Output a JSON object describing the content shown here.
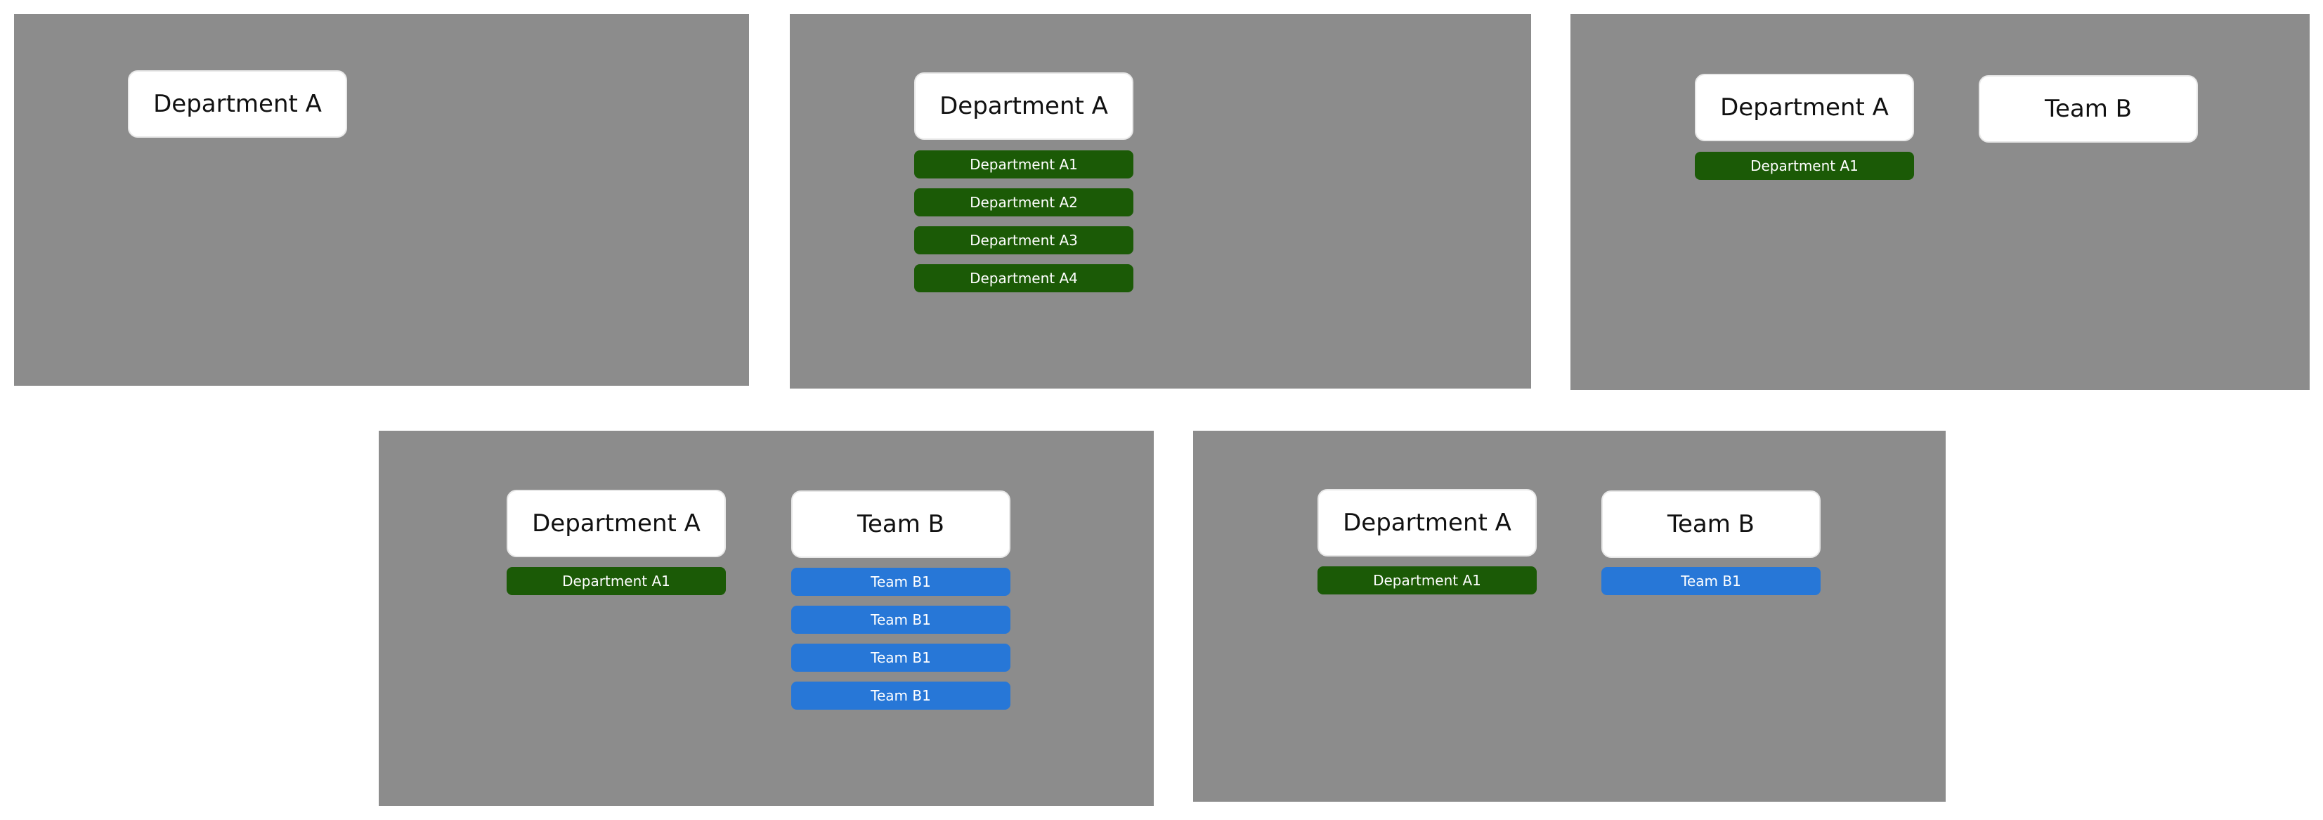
{
  "colors": {
    "panel_background": "#8c8c8c",
    "page_background": "#ffffff",
    "department_item": "#1b5a06",
    "team_item": "#2777d7",
    "card_background": "#ffffff"
  },
  "frames": [
    {
      "department": {
        "title": "Department A",
        "items": []
      }
    },
    {
      "department": {
        "title": "Department A",
        "items": [
          "Department A1",
          "Department A2",
          "Department A3",
          "Department A4"
        ]
      }
    },
    {
      "department": {
        "title": "Department A",
        "items": [
          "Department A1"
        ]
      },
      "team": {
        "title": "Team B",
        "items": []
      }
    },
    {
      "department": {
        "title": "Department A",
        "items": [
          "Department A1"
        ]
      },
      "team": {
        "title": "Team B",
        "items": [
          "Team B1",
          "Team B1",
          "Team B1",
          "Team B1"
        ]
      }
    },
    {
      "department": {
        "title": "Department A",
        "items": [
          "Department A1"
        ]
      },
      "team": {
        "title": "Team B",
        "items": [
          "Team B1"
        ]
      }
    }
  ]
}
